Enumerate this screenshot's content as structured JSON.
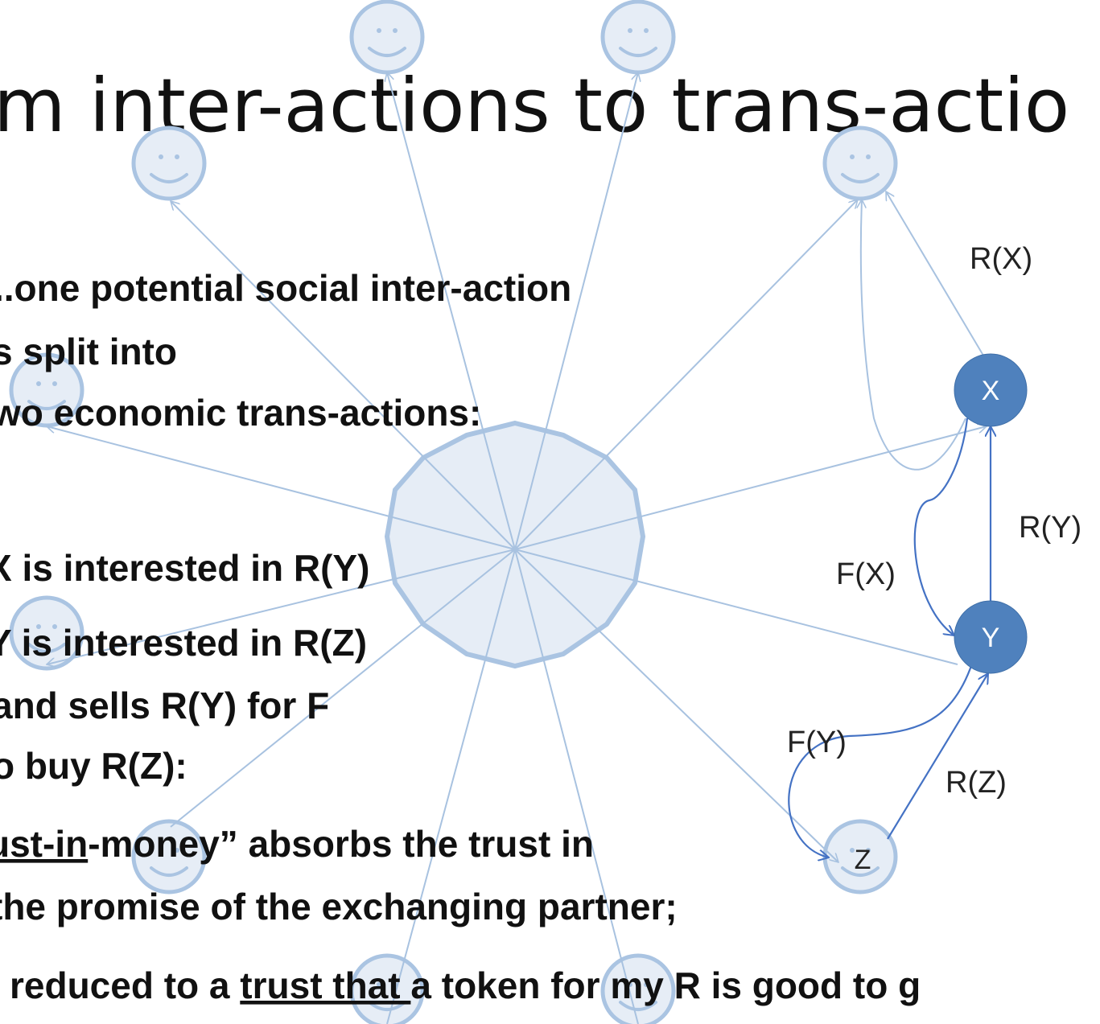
{
  "title": "m inter-actions to trans-actio",
  "bullets": [
    "..one potential social inter-action",
    "s split into",
    "wo economic trans-actions:",
    "X is interested in R(Y)",
    "Y is interested in R(Z)",
    "and sells R(Y) for F",
    "o buy R(Z):",
    "ust-in",
    "-money” absorbs the trust in",
    "the promise of the exchanging partner;",
    "reduced to a ",
    "trust that ",
    "a token for my R is good to g"
  ],
  "diagram": {
    "nodes": {
      "x": "X",
      "y": "Y",
      "z": "Z"
    },
    "edges": {
      "rx": "R(X)",
      "ry": "R(Y)",
      "rz": "R(Z)",
      "fx": "F(X)",
      "fy": "F(Y)"
    }
  },
  "colors": {
    "node_fill": "#4f81bd",
    "light_line": "#a8c2e0",
    "light_fill": "#e6edf6",
    "dark_line": "#4472c4"
  }
}
